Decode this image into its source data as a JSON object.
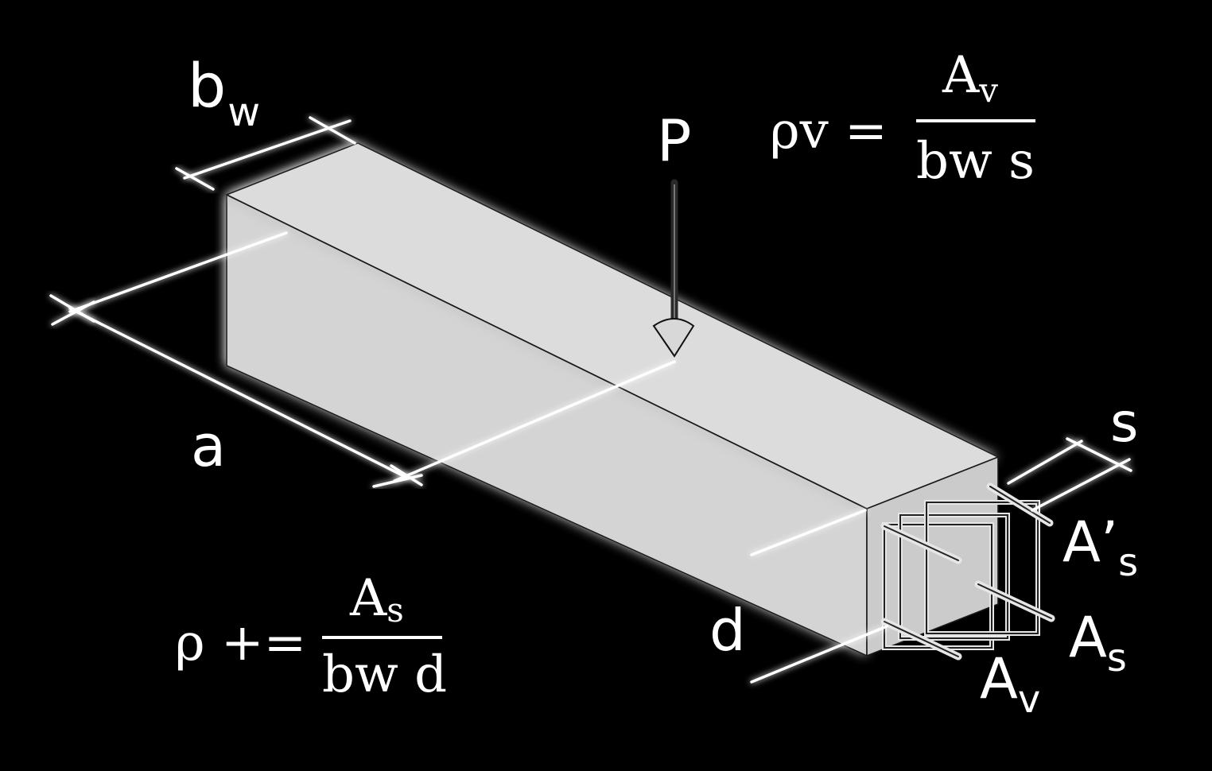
{
  "labels": {
    "bw_main": "b",
    "bw_sub": "w",
    "a": "a",
    "P": "P",
    "d": "d",
    "s": "s",
    "As_prime_main": "A’",
    "As_prime_sub": "s",
    "As_main": "A",
    "As_sub": "s",
    "Av_main": "A",
    "Av_sub": "v"
  },
  "formula_shear": {
    "lhs": "ρv =",
    "num_main": "A",
    "num_sub": "v",
    "den": "bw s"
  },
  "formula_flexure": {
    "lhs": "ρ +=",
    "num_main": "A",
    "num_sub": "s",
    "den": "bw d"
  },
  "colors": {
    "background": "#000000",
    "concrete_top": "#dcdcdc",
    "concrete_side": "#d4d4d4",
    "concrete_end": "#cfcfcf",
    "annotation": "#ffffff"
  }
}
